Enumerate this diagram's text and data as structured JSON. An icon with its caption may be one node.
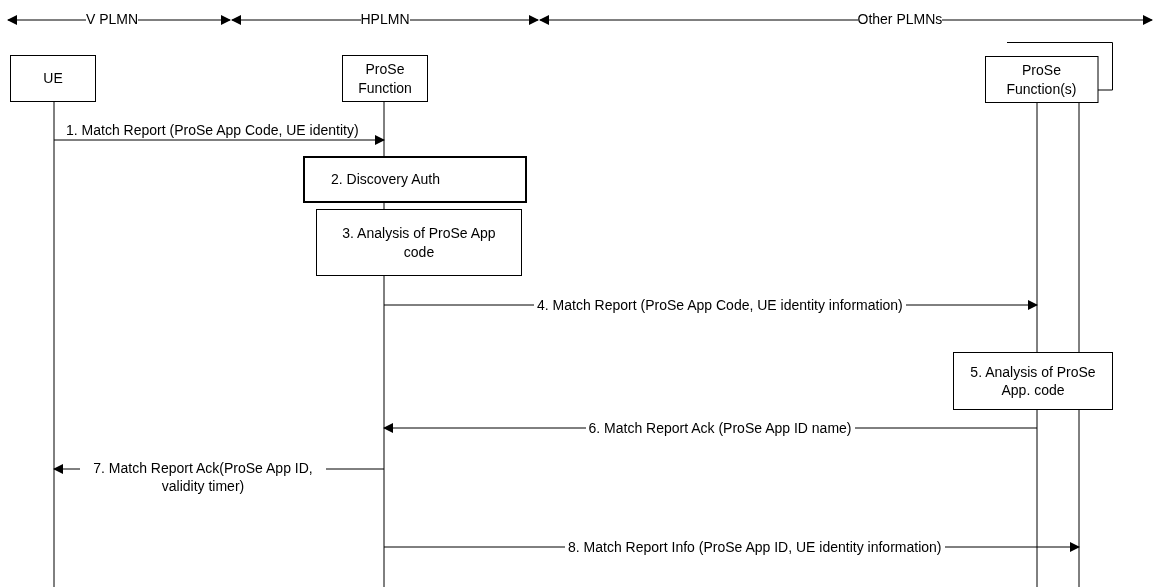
{
  "diagram": {
    "nodes": [
      {
        "text": [
          "UE"
        ]
      },
      {
        "text": [
          "ProSe Function"
        ]
      },
      {
        "text": [
          "ProSe Function(s)"
        ]
      },
      {
        "text": [
          "2. Discovery Auth"
        ]
      },
      {
        "text": [
          "3. Analysis of ProSe App code"
        ]
      },
      {
        "text": [
          "5. Analysis of ProSe App. code"
        ]
      }
    ],
    "edges": [
      {
        "from": 0,
        "to": 1,
        "arrow": "to",
        "label": "1. Match Report (ProSe App Code, UE identity)"
      },
      {
        "from": 1,
        "to": 2,
        "arrow": "to",
        "label": "4. Match Report (ProSe App Code, UE identity information)"
      },
      {
        "from": 2,
        "to": 1,
        "arrow": "to",
        "label": "6. Match Report Ack (ProSe App ID name)"
      },
      {
        "from": 1,
        "to": 0,
        "arrow": "to",
        "label": "7. Match Report Ack(ProSe App ID, validity timer)"
      },
      {
        "from": 1,
        "to": 2,
        "arrow": "to",
        "label": "8. Match Report Info (ProSe App ID, UE identity information)"
      }
    ],
    "labels": [
      "V PLMN",
      "HPLMN",
      "Other PLMNs"
    ]
  }
}
